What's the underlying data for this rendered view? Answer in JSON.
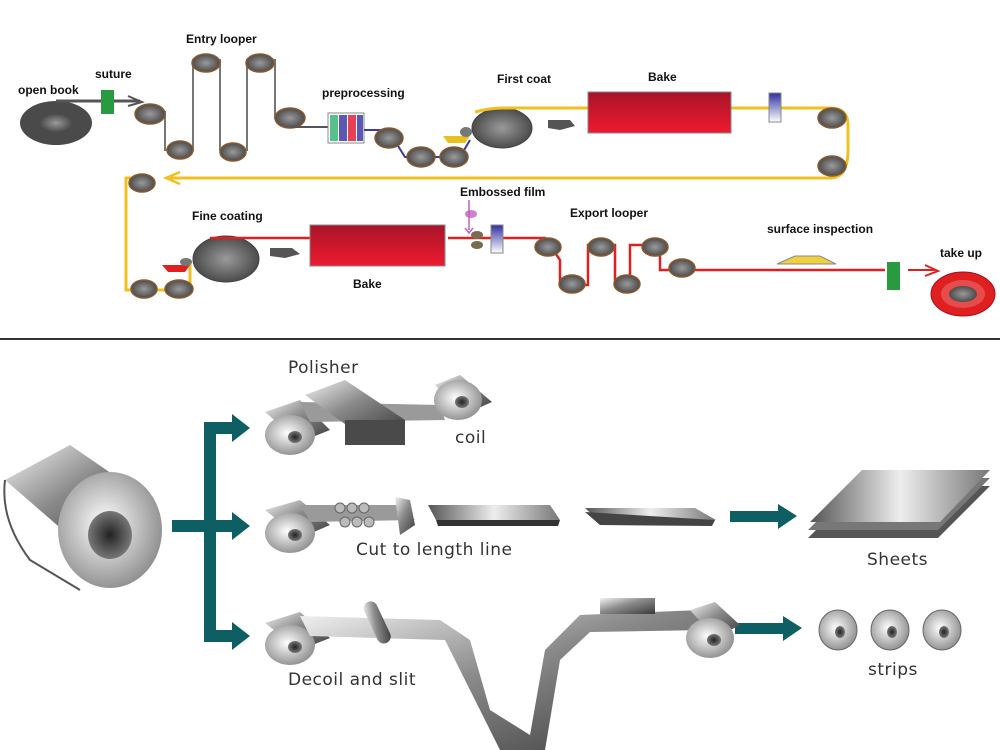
{
  "top_diagram": {
    "labels": {
      "open_book": "open book",
      "suture": "suture",
      "entry_looper": "Entry looper",
      "preprocessing": "preprocessing",
      "first_coat": "First coat",
      "bake_1": "Bake",
      "embossed_film": "Embossed film",
      "fine_coating": "Fine coating",
      "bake_2": "Bake",
      "export_looper": "Export looper",
      "surface_inspection": "surface inspection",
      "take_up": "take up"
    },
    "colors": {
      "strip_entry": "#555555",
      "strip_preprocess": "#3a3aa0",
      "strip_primer": "#f0c020",
      "strip_finish": "#e02020",
      "oven": "#d0102a",
      "suture_block": "#2a9a40"
    }
  },
  "bottom_diagram": {
    "labels": {
      "polisher": "Polisher",
      "coil": "coil",
      "cut_to_length": "Cut to length line",
      "sheets": "Sheets",
      "decoil_and_slit": "Decoil and slit",
      "strips": "strips"
    },
    "colors": {
      "arrow": "#0e5f63"
    }
  }
}
